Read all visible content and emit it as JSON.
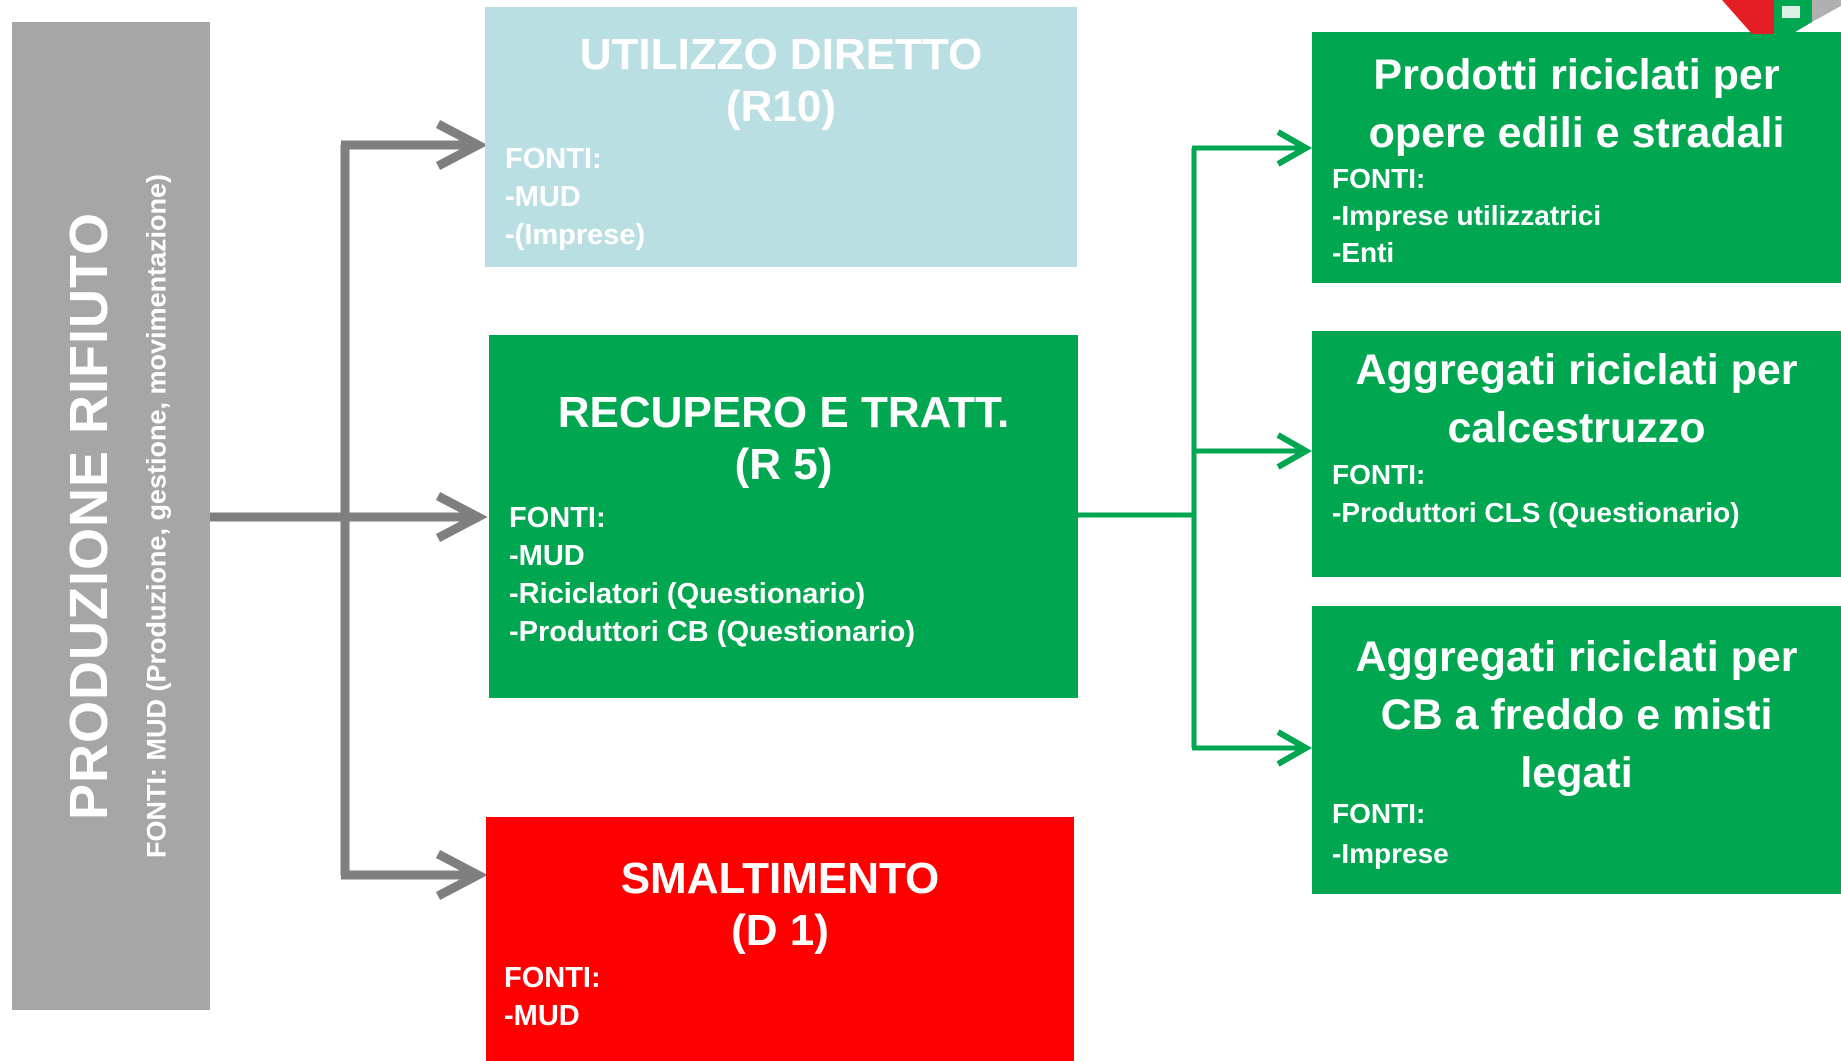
{
  "produzione": {
    "title": "PRODUZIONE RIFIUTO",
    "fonti": "FONTI:  MUD (Produzione, gestione, movimentazione)"
  },
  "utilizzo": {
    "title_line1": "UTILIZZO DIRETTO",
    "title_line2": "(R10)",
    "fonti_label": "FONTI:",
    "sources": [
      "-MUD",
      "-(Imprese)"
    ]
  },
  "recupero": {
    "title_line1": "RECUPERO E TRATT.",
    "title_line2": "(R 5)",
    "fonti_label": "FONTI:",
    "sources": [
      "-MUD",
      "-Riciclatori (Questionario)",
      "-Produttori CB (Questionario)"
    ]
  },
  "smaltimento": {
    "title_line1": "SMALTIMENTO",
    "title_line2": "(D 1)",
    "fonti_label": "FONTI:",
    "sources": [
      "-MUD"
    ]
  },
  "prodotti": {
    "title_line1": "Prodotti riciclati per",
    "title_line2": "opere edili e stradali",
    "fonti_label": "FONTI:",
    "sources": [
      "-Imprese utilizzatrici",
      "-Enti"
    ]
  },
  "aggregati_cls": {
    "title_line1": "Aggregati riciclati per",
    "title_line2": "calcestruzzo",
    "fonti_label": "FONTI:",
    "sources": [
      "-Produttori CLS (Questionario)"
    ]
  },
  "aggregati_cb": {
    "title_line1": "Aggregati riciclati per",
    "title_line2": "CB a freddo e misti",
    "title_line3": "legati",
    "fonti_label": "FONTI:",
    "sources": [
      "-Imprese"
    ]
  },
  "colors": {
    "grey_box": "#a6a6a6",
    "grey_arrow": "#7f7f7f",
    "light_blue": "#b9dfe2",
    "green": "#00a650",
    "red": "#ff0000"
  }
}
